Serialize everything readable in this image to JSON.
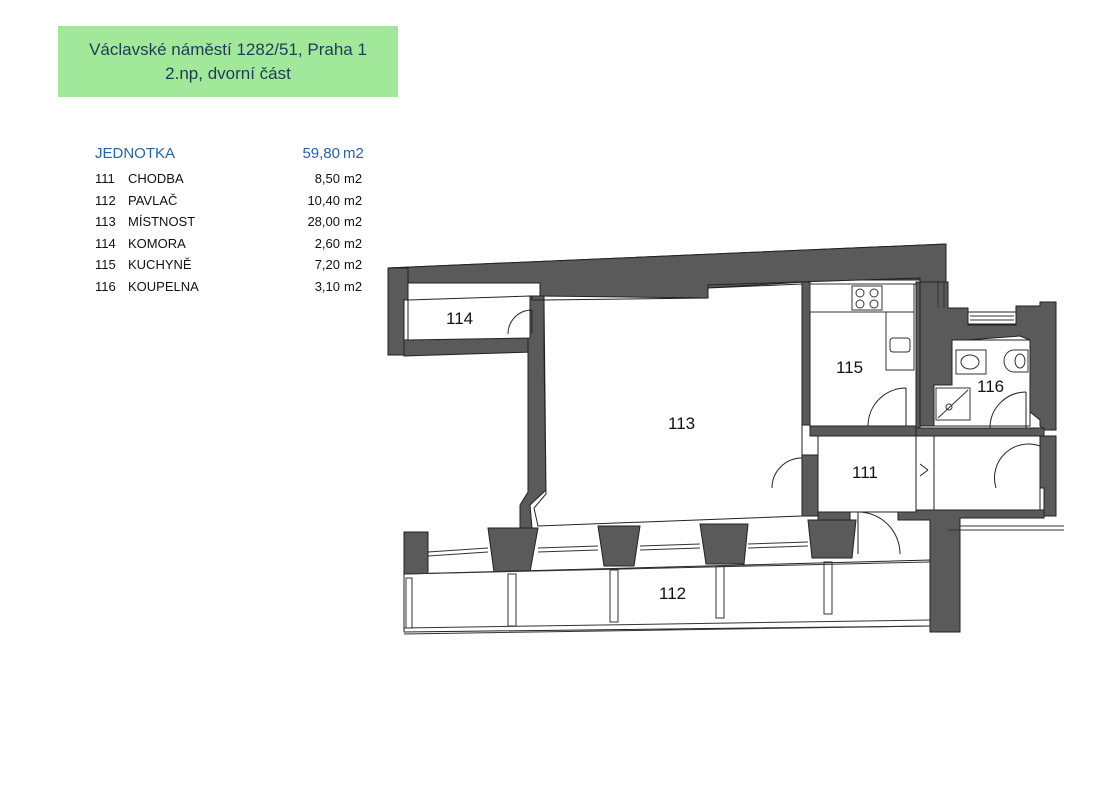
{
  "header": {
    "line1": "Václavské náměstí 1282/51, Praha 1",
    "line2": "2.np, dvorní část"
  },
  "areas": {
    "total": {
      "label": "JEDNOTKA",
      "value": "59,80",
      "unit": "m2"
    },
    "rooms": [
      {
        "number": "111",
        "name": "CHODBA",
        "value": "8,50",
        "unit": "m2"
      },
      {
        "number": "112",
        "name": "PAVLAČ",
        "value": "10,40",
        "unit": "m2"
      },
      {
        "number": "113",
        "name": "MÍSTNOST",
        "value": "28,00",
        "unit": "m2"
      },
      {
        "number": "114",
        "name": "KOMORA",
        "value": "2,60",
        "unit": "m2"
      },
      {
        "number": "115",
        "name": "KUCHYNĚ",
        "value": "7,20",
        "unit": "m2"
      },
      {
        "number": "116",
        "name": "KOUPELNA",
        "value": "3,10",
        "unit": "m2"
      }
    ]
  },
  "plan_labels": {
    "r111": "111",
    "r112": "112",
    "r113": "113",
    "r114": "114",
    "r115": "115",
    "r116": "116"
  },
  "colors": {
    "header_bg": "#a2e89a",
    "total_text": "#2563b0",
    "wall": "#5a5a5a"
  }
}
